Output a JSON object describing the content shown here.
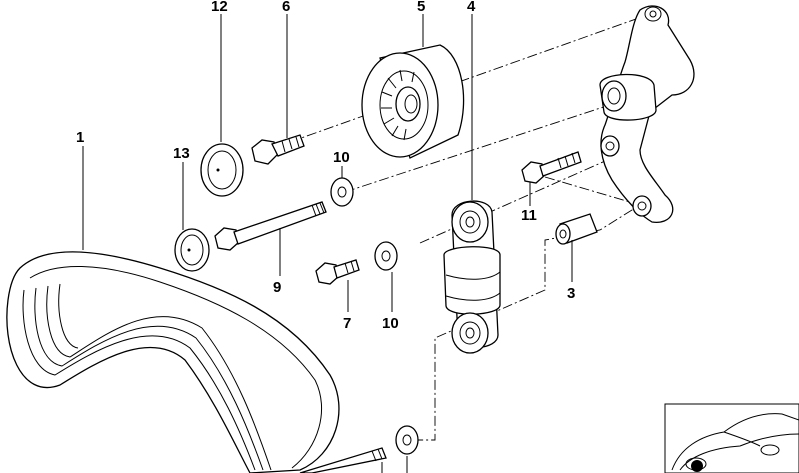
{
  "callouts": {
    "c1": "1",
    "c3": "3",
    "c4": "4",
    "c5": "5",
    "c6": "6",
    "c7": "7",
    "c9": "9",
    "c10a": "10",
    "c10b": "10",
    "c11": "11",
    "c12": "12",
    "c13": "13"
  },
  "icons": {
    "car_thumbnail": "car-location-thumbnail-icon"
  }
}
